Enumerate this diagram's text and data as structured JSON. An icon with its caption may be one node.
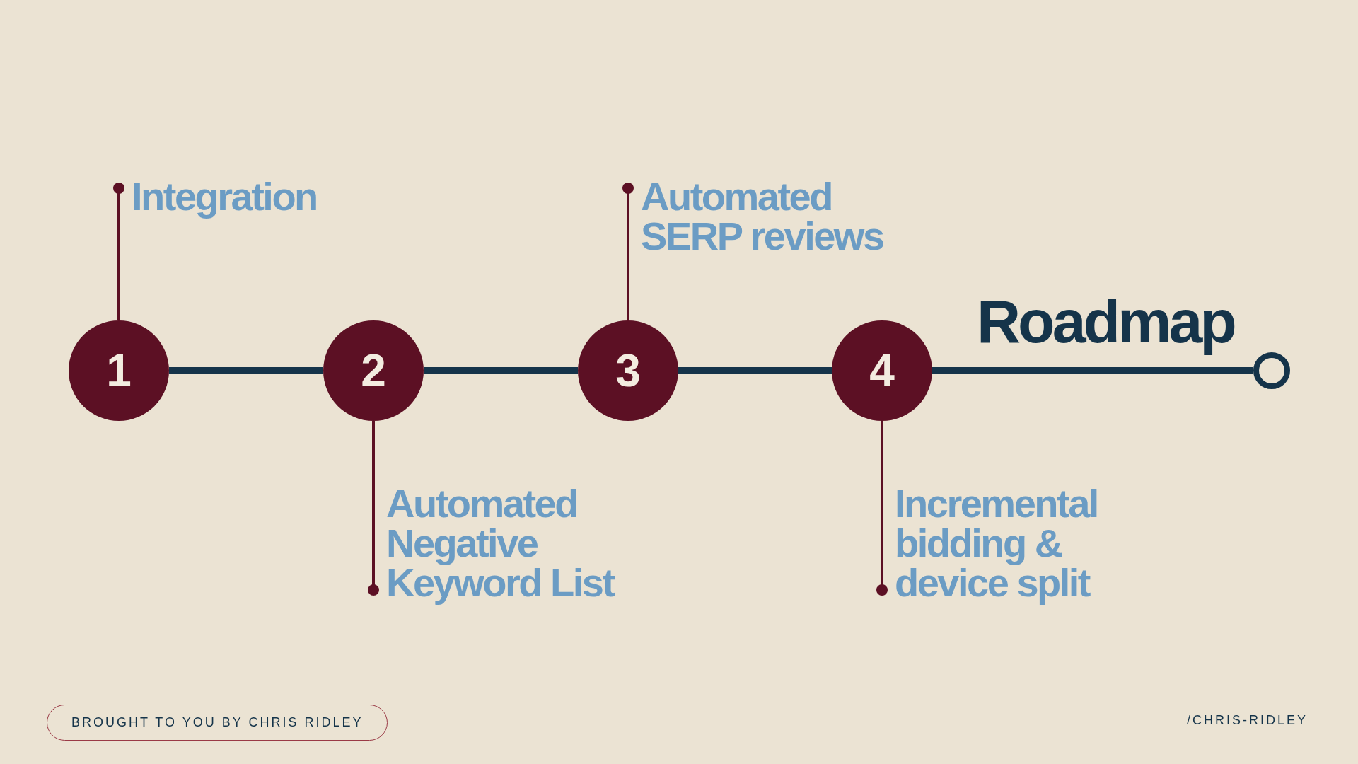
{
  "diagram": {
    "title": "Roadmap",
    "nodes": [
      {
        "text": [
          "1"
        ]
      },
      {
        "text": [
          "Integration"
        ]
      },
      {
        "text": [
          "2"
        ]
      },
      {
        "text": [
          "Automated Negative Keyword List"
        ]
      },
      {
        "text": [
          "3"
        ]
      },
      {
        "text": [
          "Automated SERP reviews"
        ]
      },
      {
        "text": [
          "4"
        ]
      },
      {
        "text": [
          "Incremental bidding & device split"
        ]
      },
      {
        "text": [],
        "shape": "circle"
      }
    ],
    "edges": [
      {
        "from": 0,
        "to": 2,
        "arrow": "none",
        "style": "thick"
      },
      {
        "from": 2,
        "to": 4,
        "arrow": "none",
        "style": "thick"
      },
      {
        "from": 4,
        "to": 6,
        "arrow": "none",
        "style": "thick"
      },
      {
        "from": 6,
        "to": 8,
        "arrow": "none",
        "style": "thick"
      },
      {
        "from": 0,
        "to": 1,
        "arrow": "other"
      },
      {
        "from": 2,
        "to": 3,
        "arrow": "other"
      },
      {
        "from": 4,
        "to": 5,
        "arrow": "other"
      },
      {
        "from": 6,
        "to": 7,
        "arrow": "other"
      }
    ],
    "labels": [
      "BROUGHT TO YOU BY CHRIS RIDLEY",
      "/CHRIS-RIDLEY"
    ]
  }
}
